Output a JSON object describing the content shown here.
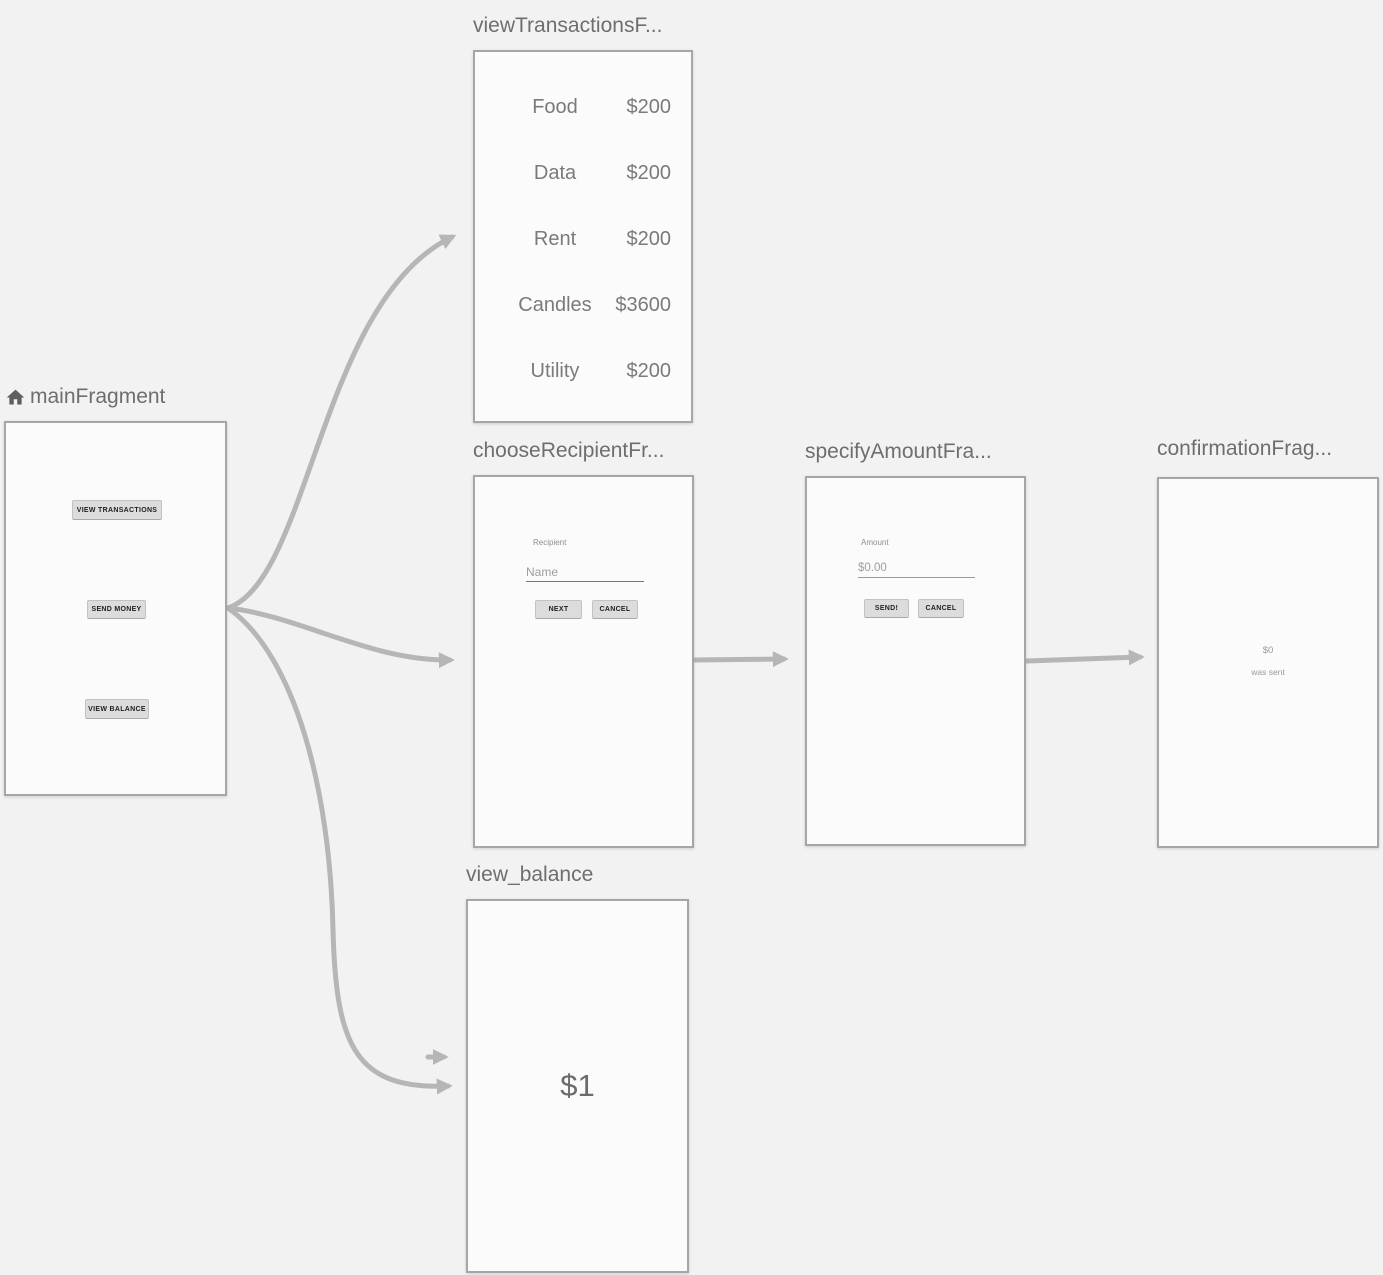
{
  "colors": {
    "canvas_background": "#f2f2f2",
    "card_background": "#fbfbfb",
    "card_border": "#a6a6a6",
    "arrow": "#b6b6b6",
    "title_text": "#6e6e6e"
  },
  "fragments": {
    "main": {
      "title": "mainFragment",
      "icon": "home-icon",
      "buttons": [
        "VIEW TRANSACTIONS",
        "SEND MONEY",
        "VIEW BALANCE"
      ]
    },
    "view_transactions": {
      "title": "viewTransactionsF...",
      "rows": [
        {
          "label": "Food",
          "amount": "$200"
        },
        {
          "label": "Data",
          "amount": "$200"
        },
        {
          "label": "Rent",
          "amount": "$200"
        },
        {
          "label": "Candles",
          "amount": "$3600"
        },
        {
          "label": "Utility",
          "amount": "$200"
        }
      ]
    },
    "choose_recipient": {
      "title": "chooseRecipientFr...",
      "field_label": "Recipient",
      "field_hint": "Name",
      "next_button": "NEXT",
      "cancel_button": "CANCEL"
    },
    "specify_amount": {
      "title": "specifyAmountFra...",
      "field_label": "Amount",
      "field_hint": "$0.00",
      "send_button": "SEND!",
      "cancel_button": "CANCEL"
    },
    "confirmation": {
      "title": "confirmationFrag...",
      "amount": "$0",
      "message": "was sent"
    },
    "view_balance": {
      "title": "view_balance",
      "balance": "$1"
    }
  }
}
